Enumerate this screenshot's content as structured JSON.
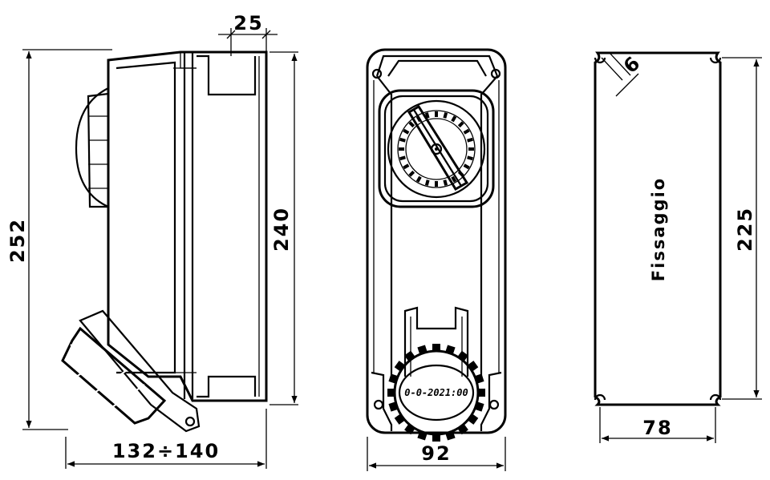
{
  "drawing": {
    "colors": {
      "ink": "#000000",
      "paper": "#ffffff"
    },
    "side_view": {
      "height_dim": "252",
      "depth_dim": "25",
      "box_height_dim": "240",
      "width_dim": "132÷140"
    },
    "front_view": {
      "width_dim": "92",
      "socket_marking": "0-0-2021:00"
    },
    "mounting_view": {
      "hole_dim": "6",
      "label": "Fissaggio",
      "height_dim": "225",
      "width_dim": "78"
    }
  }
}
